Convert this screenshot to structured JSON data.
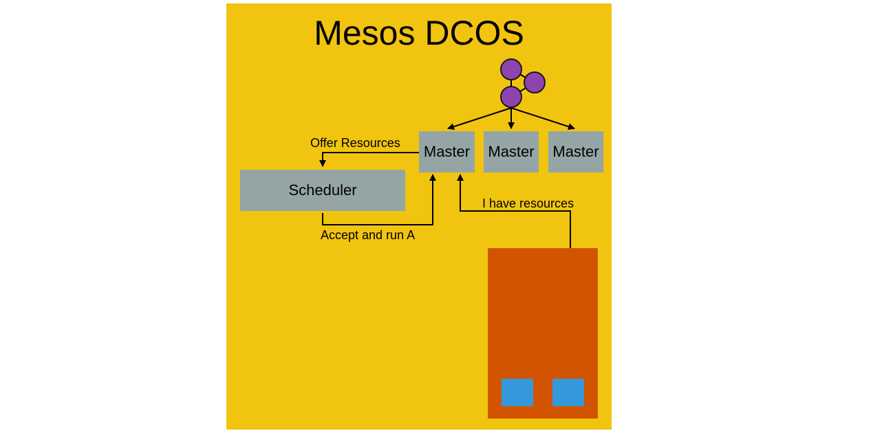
{
  "title": "Mesos DCOS",
  "colors": {
    "panel": "#f1c40f",
    "box": "#95a5a6",
    "cluster_node": "#8e44ad",
    "agent": "#d35400",
    "task": "#3498db"
  },
  "masters": [
    "Master",
    "Master",
    "Master"
  ],
  "scheduler": "Scheduler",
  "labels": {
    "offer": "Offer Resources",
    "accept": "Accept and run A",
    "have": "I have resources"
  }
}
